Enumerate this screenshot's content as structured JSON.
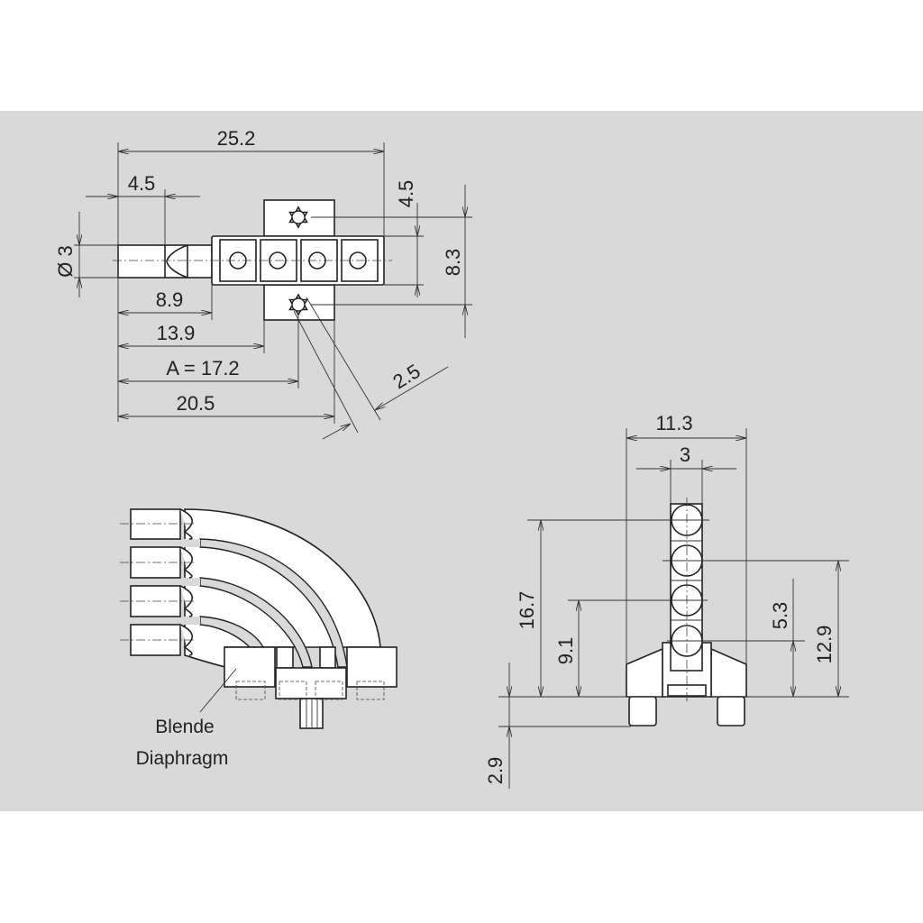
{
  "top_view": {
    "dim_total_length": "25.2",
    "dim_pin_tip": "4.5",
    "dim_diameter": "Ø 3",
    "dim_tab_offset": "4.5",
    "dim_star_spacing": "8.3",
    "dim_block_start": "8.9",
    "dim_tab_start": "13.9",
    "dim_a": "A = 17.2",
    "dim_tab_end": "20.5",
    "dim_diagonal": "2.5"
  },
  "side_view": {
    "label_de": "Blende",
    "label_en": "Diaphragm"
  },
  "front_view": {
    "dim_width": "11.3",
    "dim_column_width": "3",
    "dim_top_led_height": "16.7",
    "dim_third_led_height": "9.1",
    "dim_bottom_led_height": "5.3",
    "dim_second_led_height": "12.9",
    "dim_pin_length": "2.9"
  }
}
